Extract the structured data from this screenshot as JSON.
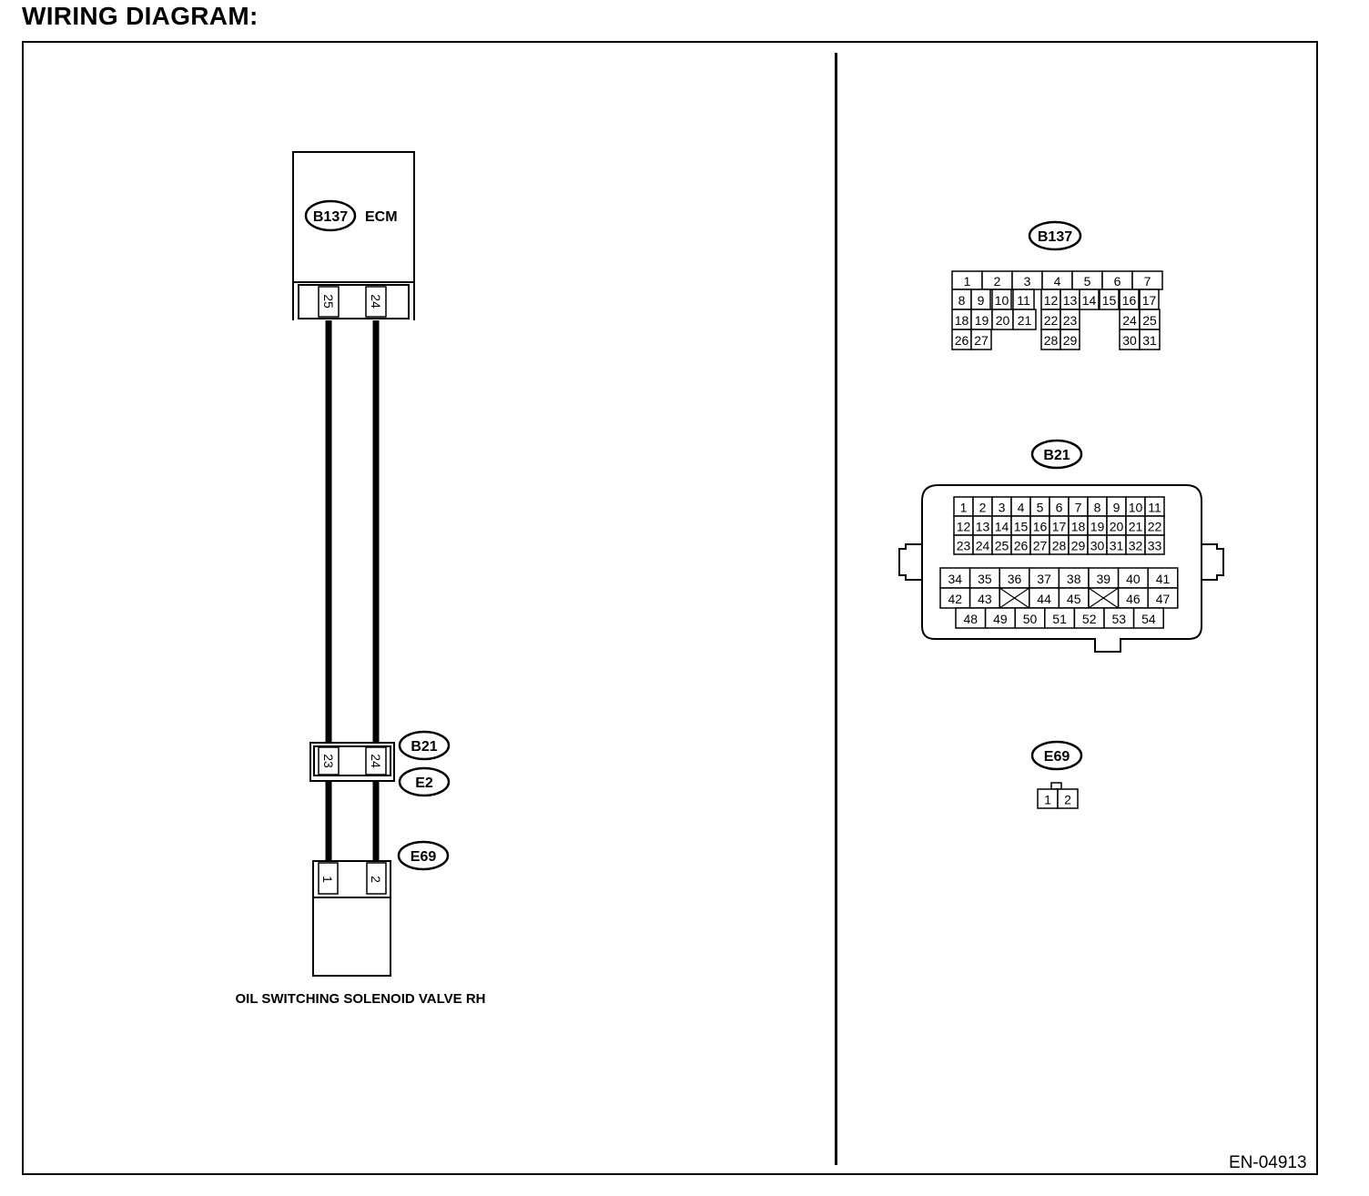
{
  "title": "WIRING DIAGRAM:",
  "diagram_id": "EN-04913",
  "ecm": {
    "connector": "B137",
    "label": "ECM",
    "pins": [
      "25",
      "24"
    ]
  },
  "joint_connector": {
    "top_label": "B21",
    "bottom_label": "E2",
    "pins": [
      "23",
      "24"
    ]
  },
  "solenoid": {
    "connector": "E69",
    "pins": [
      "1",
      "2"
    ],
    "label": "OIL SWITCHING SOLENOID VALVE RH"
  },
  "connector_views": {
    "b137": {
      "label": "B137",
      "row1": [
        "1",
        "2",
        "3",
        "4",
        "5",
        "6",
        "7"
      ],
      "row2": [
        "8",
        "9",
        "10",
        "11",
        "12",
        "13",
        "14",
        "15",
        "16",
        "17"
      ],
      "row3": [
        "18",
        "19",
        "20",
        "21",
        "22",
        "23",
        "24",
        "25"
      ],
      "row4": [
        "26",
        "27",
        "28",
        "29",
        "30",
        "31"
      ]
    },
    "b21": {
      "label": "B21",
      "row1": [
        "1",
        "2",
        "3",
        "4",
        "5",
        "6",
        "7",
        "8",
        "9",
        "10",
        "11"
      ],
      "row2": [
        "12",
        "13",
        "14",
        "15",
        "16",
        "17",
        "18",
        "19",
        "20",
        "21",
        "22"
      ],
      "row3": [
        "23",
        "24",
        "25",
        "26",
        "27",
        "28",
        "29",
        "30",
        "31",
        "32",
        "33"
      ],
      "row4": [
        "34",
        "35",
        "36",
        "37",
        "38",
        "39",
        "40",
        "41"
      ],
      "row5": [
        "42",
        "43",
        "",
        "44",
        "45",
        "",
        "46",
        "47"
      ],
      "row6": [
        "48",
        "49",
        "50",
        "51",
        "52",
        "53",
        "54"
      ]
    },
    "e69": {
      "label": "E69",
      "pins": [
        "1",
        "2"
      ]
    }
  }
}
